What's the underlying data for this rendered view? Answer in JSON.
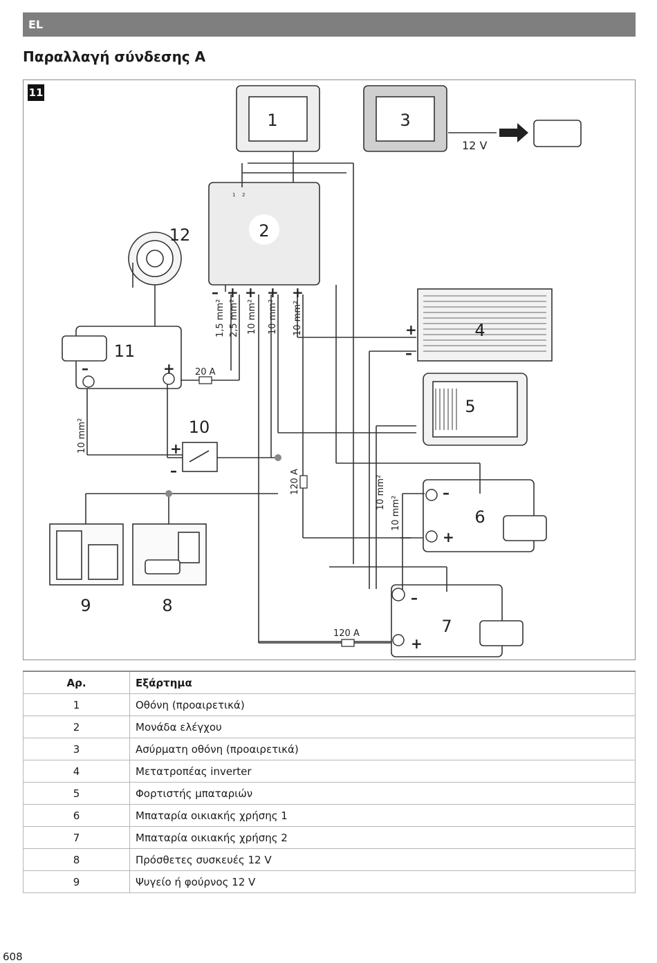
{
  "header": {
    "lang": "EL"
  },
  "title": "Παραλλαγή σύνδεσης A",
  "figure": {
    "number": "11",
    "labels": {
      "n1": "1",
      "n2": "2",
      "n3": "3",
      "n4": "4",
      "n5": "5",
      "n6": "6",
      "n7": "7",
      "n8": "8",
      "n9": "9",
      "n10": "10",
      "n11": "11",
      "n12": "12"
    },
    "volt_12": "12 V",
    "wire_15": "1,5 mm²",
    "wire_25": "2,5 mm²",
    "wire_10a": "10 mm²",
    "wire_10b": "10 mm²",
    "wire_10c": "10 mm²",
    "wire_10d": "10 mm²",
    "wire_10e": "10 mm²",
    "wire_10f": "10 mm²",
    "fuse_20": "20 A",
    "fuse_120a": "120 A",
    "fuse_120b": "120 A",
    "terminals": {
      "minus": "–",
      "plus": "+"
    },
    "sensor_labels": [
      "1",
      "2"
    ]
  },
  "table": {
    "headers": [
      "Αρ.",
      "Εξάρτημα"
    ],
    "rows": [
      [
        "1",
        "Οθόνη (προαιρετικά)"
      ],
      [
        "2",
        "Μονάδα ελέγχου"
      ],
      [
        "3",
        "Ασύρματη οθόνη (προαιρετικά)"
      ],
      [
        "4",
        "Μετατροπέας inverter"
      ],
      [
        "5",
        "Φορτιστής μπαταριών"
      ],
      [
        "6",
        "Μπαταρία οικιακής χρήσης 1"
      ],
      [
        "7",
        "Μπαταρία οικιακής χρήσης 2"
      ],
      [
        "8",
        "Πρόσθετες συσκευές 12 V"
      ],
      [
        "9",
        "Ψυγείο ή φούρνος 12 V"
      ]
    ]
  },
  "page_number": "608"
}
